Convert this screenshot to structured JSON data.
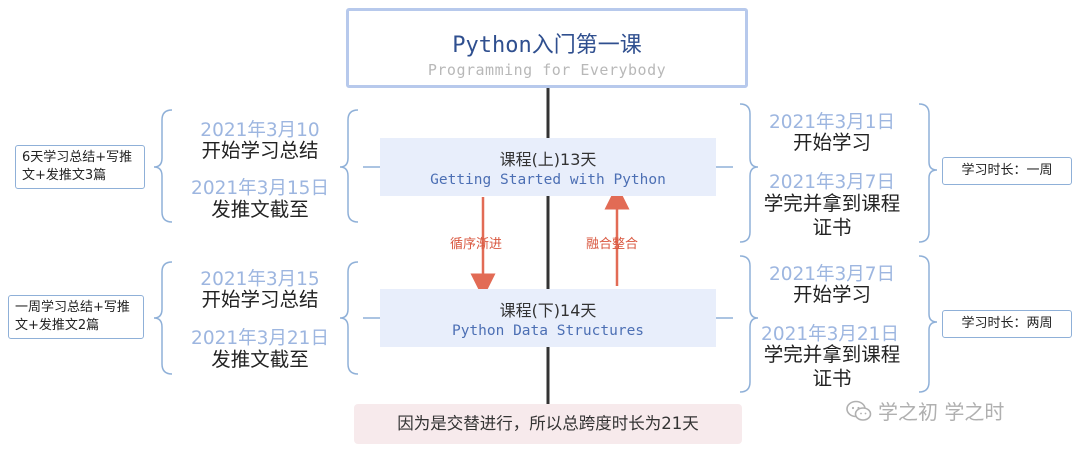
{
  "title": {
    "main": "Python入门第一课",
    "subtitle": "Programming for Everybody"
  },
  "courses": [
    {
      "name": "课程(上)13天",
      "english": "Getting Started with Python"
    },
    {
      "name": "课程(下)14天",
      "english": "Python Data Structures"
    }
  ],
  "left_groups": [
    {
      "start_date": "2021年3月10",
      "start_text": "开始学习总结",
      "end_date": "2021年3月15日",
      "end_text": "发推文截至",
      "note": "6天学习总结+写推文+发推文3篇"
    },
    {
      "start_date": "2021年3月15",
      "start_text": "开始学习总结",
      "end_date": "2021年3月21日",
      "end_text": "发推文截至",
      "note": "一周学习总结+写推文+发推文2篇"
    }
  ],
  "right_groups": [
    {
      "start_date": "2021年3月1日",
      "start_text": "开始学习",
      "end_date": "2021年3月7日",
      "end_text": "学完并拿到课程证书",
      "note": "学习时长：一周"
    },
    {
      "start_date": "2021年3月7日",
      "start_text": "开始学习",
      "end_date": "2021年3月21日",
      "end_text": "学完并拿到课程证书",
      "note": "学习时长：两周"
    }
  ],
  "arrows": {
    "down_label": "循序渐进",
    "up_label": "融合整合"
  },
  "footer": "因为是交替进行，所以总跨度时长为21天",
  "watermark": "学之初 学之时",
  "colors": {
    "title_border": "#b7c9ec",
    "course_fill": "#e8eefb",
    "date_text": "#9db6e0",
    "arrow": "#e26b55",
    "footer_fill": "#f7eaec",
    "bracket": "#8fb0d8"
  }
}
